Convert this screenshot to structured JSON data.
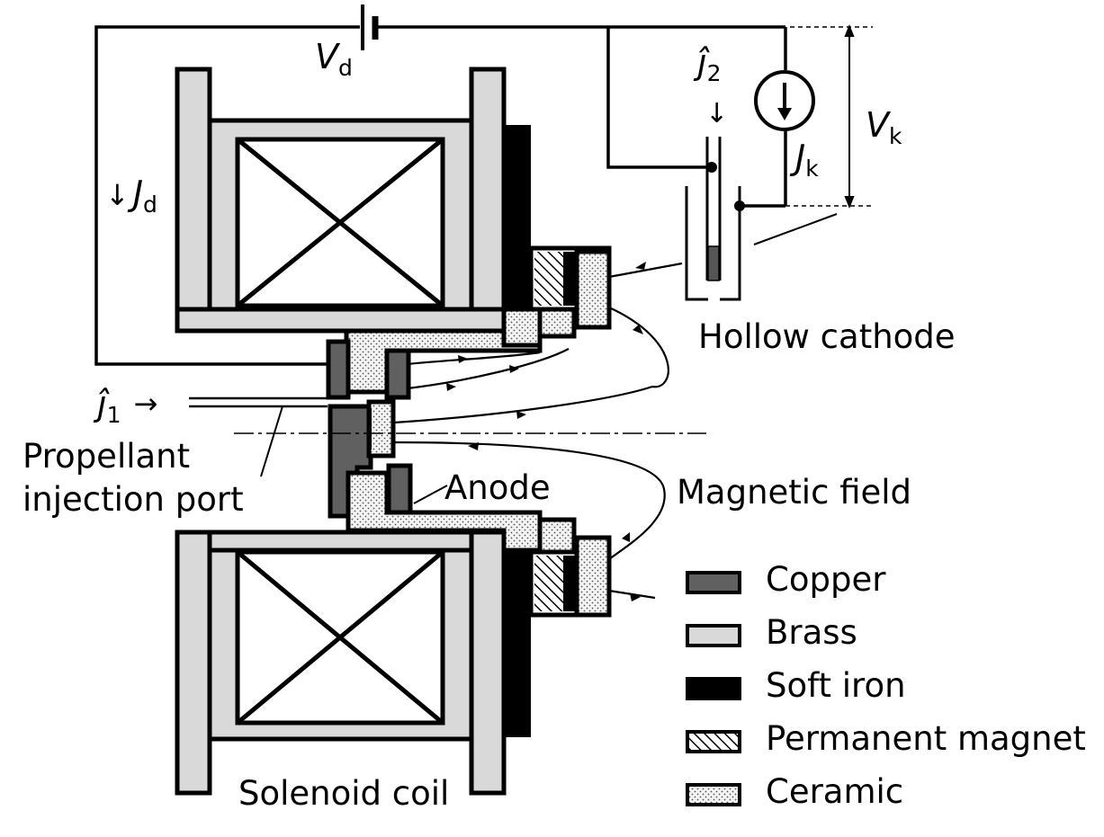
{
  "colors": {
    "copper": "#606060",
    "brass": "#d9d9d9",
    "soft_iron": "#000000",
    "ceramic": "#f2f2f2",
    "stroke": "#000000"
  },
  "labels": {
    "vd": {
      "sym": "V",
      "sub": "d"
    },
    "vk": {
      "sym": "V",
      "sub": "k"
    },
    "jd": {
      "arrow": "↓",
      "sym": "J",
      "sub": "d"
    },
    "jk": {
      "sym": "J",
      "sub": "k"
    },
    "j1": {
      "sym": "ĵ",
      "sub": "1",
      "arrow": "→"
    },
    "j2": {
      "sym": "ĵ",
      "sub": "2",
      "arrow": "↓"
    },
    "hollow_cathode": "Hollow cathode",
    "magnetic_field": "Magnetic field",
    "anode": "Anode",
    "propellant_line1": "Propellant",
    "propellant_line2": "injection port",
    "solenoid_coil": "Solenoid coil"
  },
  "legend": [
    {
      "key": "copper",
      "label": "Copper"
    },
    {
      "key": "brass",
      "label": "Brass"
    },
    {
      "key": "soft_iron",
      "label": "Soft iron"
    },
    {
      "key": "permanent_magnet",
      "label": "Permanent magnet"
    },
    {
      "key": "ceramic",
      "label": "Ceramic"
    }
  ]
}
